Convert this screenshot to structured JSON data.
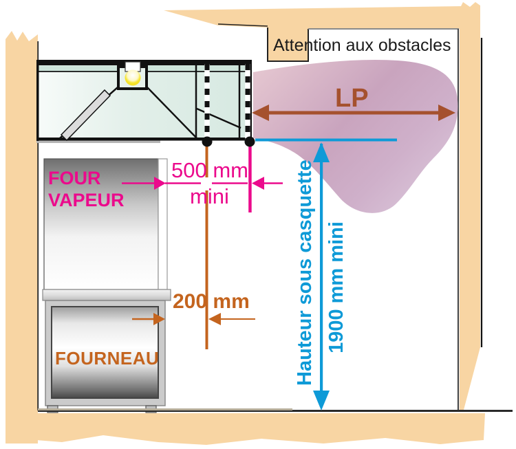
{
  "figure": {
    "warning_note": "Attention aux obstacles",
    "equipment": {
      "steam_oven_label": "FOUR\nVAPEUR",
      "stove_label": "FOURNEAU"
    },
    "dimensions": {
      "lp_label": "LP",
      "side_clearance_value": "500 mm",
      "side_clearance_qualifier": "mini",
      "overhang_value": "200 mm",
      "height_label": "Hauteur sous casquette",
      "height_value": "1900 mm mini"
    },
    "colors": {
      "wall_peach": "#F8D5A3",
      "dimension_magenta": "#EB0A8C",
      "dimension_orange": "#C4641E",
      "dimension_brick": "#A5512E",
      "dimension_blue": "#0E9AD7",
      "hood_teal": "#DCEBE4",
      "plume_mauve": "#C9A4BE"
    }
  }
}
